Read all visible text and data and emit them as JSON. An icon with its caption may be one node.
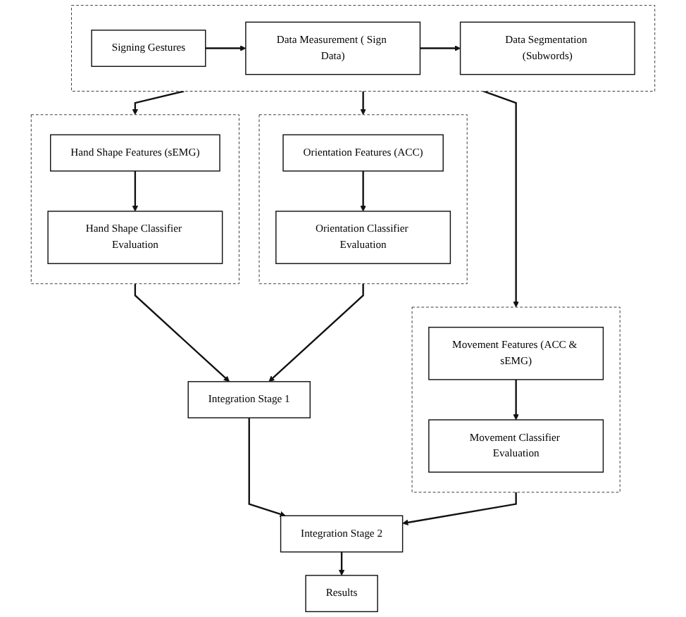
{
  "diagram": {
    "nodes": [
      {
        "text": [],
        "shape": "box"
      },
      {
        "text": [
          "Signing Gestures"
        ],
        "in": 0
      },
      {
        "text": [
          "Data Measurement ( Sign Data)"
        ],
        "in": 0
      },
      {
        "text": [
          "Data Segmentation (Subwords)"
        ],
        "in": 0
      },
      {
        "text": [],
        "shape": "box"
      },
      {
        "text": [
          "Hand Shape Features (sEMG)"
        ],
        "in": 4
      },
      {
        "text": [
          "Hand Shape Classifier Evaluation"
        ],
        "in": 4
      },
      {
        "text": [],
        "shape": "box"
      },
      {
        "text": [
          "Orientation Features (ACC)"
        ],
        "in": 7
      },
      {
        "text": [
          "Orientation Classifier Evaluation"
        ],
        "in": 7
      },
      {
        "text": [],
        "shape": "box"
      },
      {
        "text": [
          "Movement Features (ACC & sEMG)"
        ],
        "in": 10
      },
      {
        "text": [
          "Movement Classifier Evaluation"
        ],
        "in": 10
      },
      {
        "text": [
          "Integration Stage 1"
        ]
      },
      {
        "text": [
          "Integration Stage 2"
        ]
      },
      {
        "text": [
          "Results"
        ]
      }
    ],
    "edges": [
      {
        "from": 1,
        "to": 2,
        "arrow": "to"
      },
      {
        "from": 2,
        "to": 3,
        "arrow": "to"
      },
      {
        "from": 0,
        "to": 4,
        "arrow": "to"
      },
      {
        "from": 0,
        "to": 7,
        "arrow": "to"
      },
      {
        "from": 0,
        "to": 10,
        "arrow": "to"
      },
      {
        "from": 5,
        "to": 6,
        "arrow": "to"
      },
      {
        "from": 8,
        "to": 9,
        "arrow": "to"
      },
      {
        "from": 11,
        "to": 12,
        "arrow": "to"
      },
      {
        "from": 4,
        "to": 13,
        "arrow": "to"
      },
      {
        "from": 7,
        "to": 13,
        "arrow": "to"
      },
      {
        "from": 10,
        "to": 14,
        "arrow": "to"
      },
      {
        "from": 13,
        "to": 14,
        "arrow": "to"
      },
      {
        "from": 14,
        "to": 15,
        "arrow": "to"
      }
    ]
  }
}
